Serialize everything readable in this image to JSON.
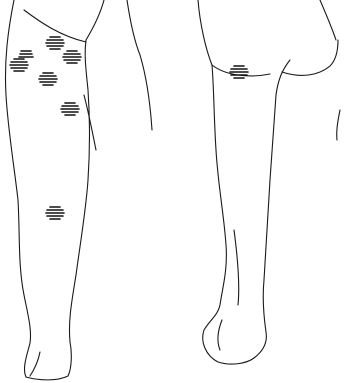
{
  "figure": {
    "views": [
      {
        "id": "left-view"
      },
      {
        "id": "right-view"
      }
    ],
    "marker_count": 8,
    "colors": {
      "outline": "#1a1a1a",
      "marker": "#111111",
      "background": "#ffffff"
    },
    "icon": "hatched-oval-marker"
  }
}
